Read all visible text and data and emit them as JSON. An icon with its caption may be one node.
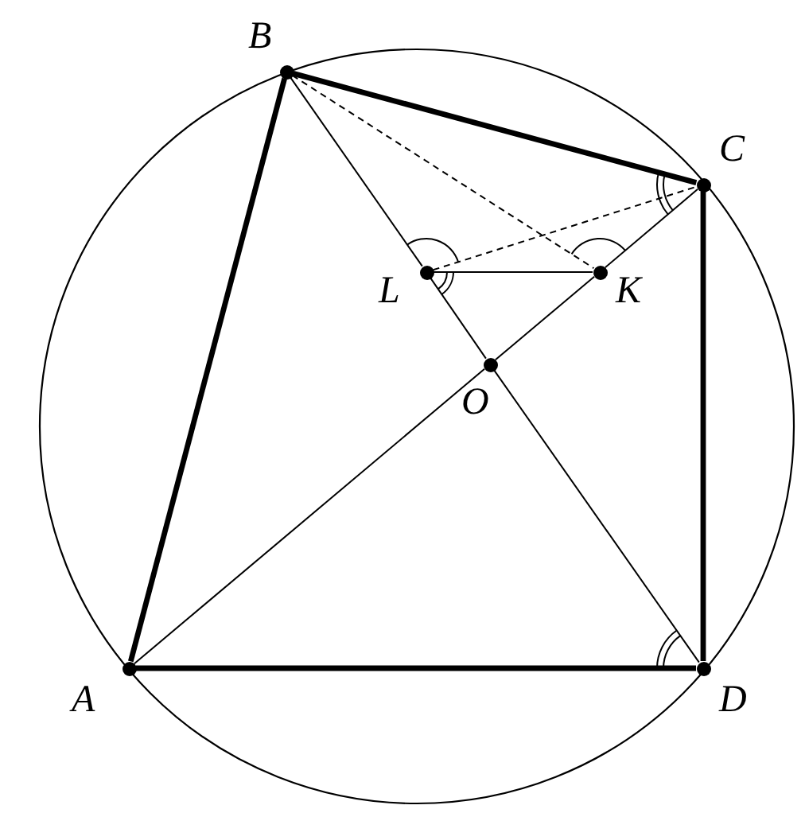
{
  "diagram": {
    "nodes": [
      {
        "text": [],
        "shape": "circle",
        "beside": [
          "B"
        ]
      },
      {
        "text": [],
        "shape": "circle",
        "beside": [
          "C"
        ]
      },
      {
        "text": [],
        "shape": "circle",
        "beside": [
          "L"
        ]
      },
      {
        "text": [],
        "shape": "circle",
        "beside": [
          "K"
        ]
      },
      {
        "text": [],
        "shape": "circle",
        "beside": [
          "O"
        ]
      },
      {
        "text": [],
        "shape": "circle",
        "beside": [
          "A"
        ]
      },
      {
        "text": [],
        "shape": "circle",
        "beside": [
          "D"
        ]
      }
    ],
    "edges": [
      {
        "from": 5,
        "to": 0,
        "arrow": "none",
        "style": "thick"
      },
      {
        "from": 0,
        "to": 1,
        "arrow": "none",
        "style": "thick"
      },
      {
        "from": 1,
        "to": 6,
        "arrow": "none",
        "style": "thick"
      },
      {
        "from": 5,
        "to": 6,
        "arrow": "none",
        "style": "thick"
      },
      {
        "from": 0,
        "to": 2,
        "arrow": "none"
      },
      {
        "from": 2,
        "to": 4,
        "arrow": "none"
      },
      {
        "from": 4,
        "to": 6,
        "arrow": "none"
      },
      {
        "from": 5,
        "to": 4,
        "arrow": "none"
      },
      {
        "from": 4,
        "to": 3,
        "arrow": "none"
      },
      {
        "from": 3,
        "to": 1,
        "arrow": "none"
      },
      {
        "from": 2,
        "to": 3,
        "arrow": "none"
      },
      {
        "from": 0,
        "to": 3,
        "arrow": "none",
        "style": "dashed"
      },
      {
        "from": 2,
        "to": 1,
        "arrow": "none",
        "style": "dashed"
      }
    ]
  }
}
